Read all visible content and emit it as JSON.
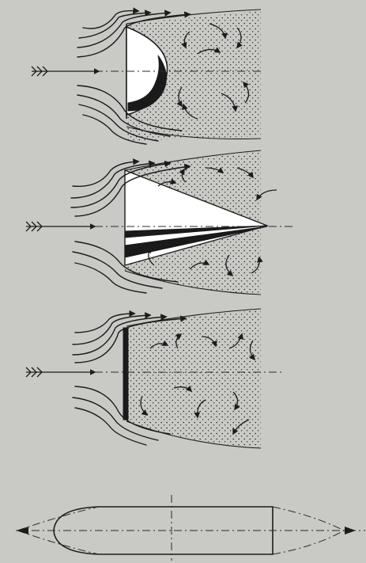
{
  "figure": {
    "panels": [
      {
        "id": "hemisphere",
        "body": "hemispherical-baffle"
      },
      {
        "id": "cone",
        "body": "conical-baffle"
      },
      {
        "id": "plate",
        "body": "flat-plate-baffle"
      },
      {
        "id": "outline",
        "body": "stabilizer-outline"
      }
    ],
    "colors": {
      "paper": "#c9c9c6",
      "ink": "#1c1c1c"
    },
    "icons": [
      "incoming-flow-arrow-icon",
      "streamline-arrow-icon",
      "eddy-arrow-icon"
    ]
  }
}
